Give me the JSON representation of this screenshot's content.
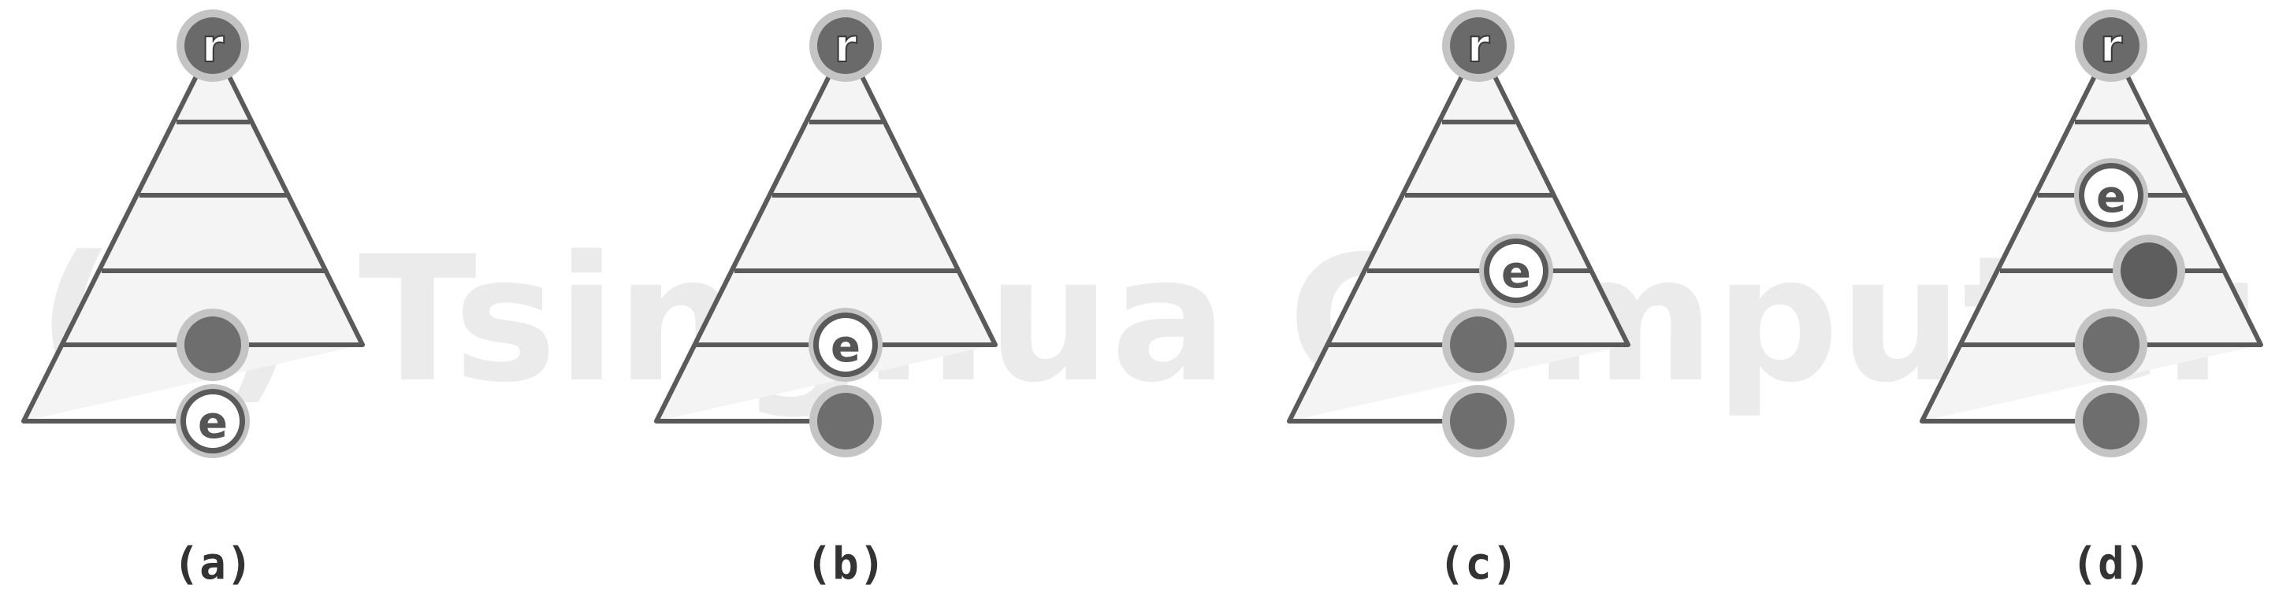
{
  "watermark": "(c) Tsinghua Computer",
  "colors": {
    "stroke": "#5a5a5a",
    "fill": "#f4f4f4",
    "node_fill": "#6e6e6e",
    "node_dark": "#5e5e5e",
    "node_ring": "#c4c4c4",
    "e_fill": "#ffffff",
    "watermark": "#eaeaea"
  },
  "panels": [
    {
      "caption": "(a)",
      "root_label": "r",
      "e_label": "e"
    },
    {
      "caption": "(b)",
      "root_label": "r",
      "e_label": "e"
    },
    {
      "caption": "(c)",
      "root_label": "r",
      "e_label": "e"
    },
    {
      "caption": "(d)",
      "root_label": "r",
      "e_label": "e"
    }
  ]
}
